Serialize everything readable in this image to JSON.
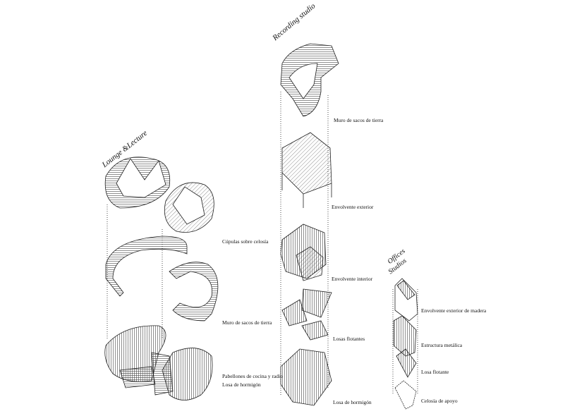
{
  "groups": {
    "lounge": {
      "title": "Lounge &Lecture",
      "labels": [
        "Cúpulas sobre celosía",
        "Muro de sacos de tierra",
        "Pabellones de cocina y radio",
        "Losa de hormigón"
      ]
    },
    "recording": {
      "title": "Recording studio",
      "labels": [
        "Muro de sacos de tierra",
        "Envolvente exterior",
        "Envolvente interior",
        "Losas flotantes",
        "Losa de hormigón"
      ]
    },
    "offices": {
      "title_line1": "Offices",
      "title_line2": "Studios",
      "labels": [
        "Envolvente exterior de madera",
        "Estructura metálica",
        "Losa flotante",
        "Celosía de apoyo"
      ]
    }
  }
}
